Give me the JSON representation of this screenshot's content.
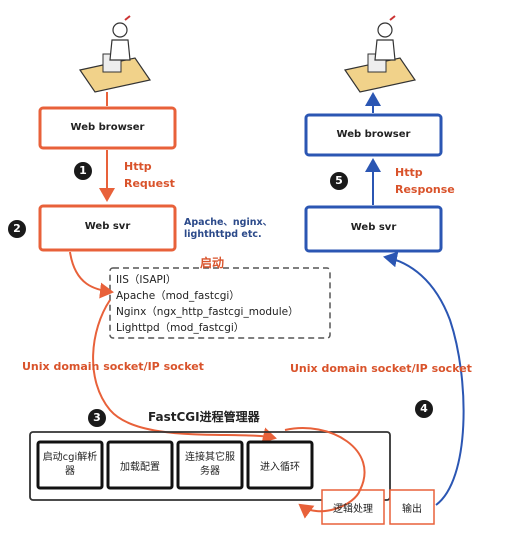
{
  "left": {
    "browser_label": "Web browser",
    "request_label_1": "Http",
    "request_label_2": "Request",
    "svr_label": "Web svr",
    "step_1": "1",
    "step_2": "2"
  },
  "right": {
    "browser_label": "Web browser",
    "response_label_1": "Http",
    "response_label_2": "Response",
    "svr_label": "Web svr",
    "step_5": "5",
    "step_4": "4"
  },
  "servers_note_1": "Apache、nginx、",
  "servers_note_2": "lighthttpd etc.",
  "launch_label": "启动",
  "modules": [
    "IIS（ISAPI）",
    "Apache（mod_fastcgi）",
    "Nginx（ngx_http_fastcgi_module）",
    "Lighttpd（mod_fastcgi）"
  ],
  "socket_left": "Unix domain socket/IP socket",
  "socket_right": "Unix domain socket/IP socket",
  "step_3": "3",
  "fastcgi_title": "FastCGI进程管理器",
  "process_steps": [
    "启动cgi解析器",
    "加载配置",
    "连接其它服务器",
    "进入循环"
  ],
  "logic_label": "逻辑处理",
  "output_label": "输出",
  "colors": {
    "orange": "#e8613a",
    "blue": "#2b56b3",
    "dark": "#222222"
  }
}
